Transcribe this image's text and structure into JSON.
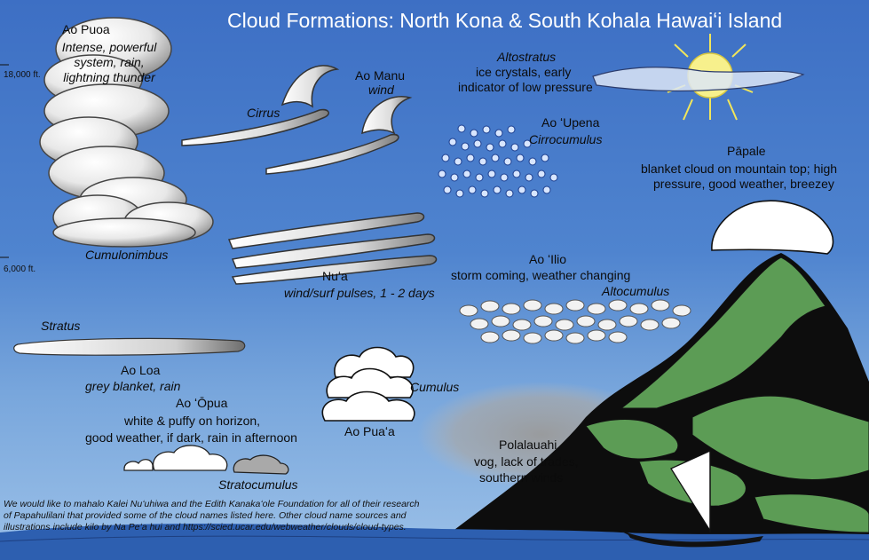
{
  "title": "Cloud Formations: North Kona & South Kohala Hawaiʻi Island",
  "altitudes": {
    "high": "18,000 ft.",
    "low": "6,000 ft."
  },
  "clouds": {
    "ao_puoa": {
      "name": "Ao Puoa",
      "description": "Intense, powerful system, rain, lightning thunder"
    },
    "cumulonimbus": "Cumulonimbus",
    "ao_manu": {
      "name": "Ao Manu",
      "description": "wind"
    },
    "cirrus": "Cirrus",
    "altostratus": {
      "name": "Altostratus",
      "description_1": "ice crystals,  early",
      "description_2": "indicator of low pressure"
    },
    "ao_upena": {
      "name": "Ao ʻUpena",
      "type": "Cirrocumulus"
    },
    "papale": {
      "name": "Pāpale",
      "description_1": "blanket cloud on mountain top; high",
      "description_2": "pressure, good weather, breezey"
    },
    "nua": {
      "name": "Nuʻa",
      "description": "wind/surf pulses, 1 - 2 days"
    },
    "ao_ilio": {
      "name": "Ao ʻIlio",
      "description": "storm coming, weather changing",
      "type": "Altocumulus"
    },
    "stratus": "Stratus",
    "ao_loa": {
      "name": "Ao Loa",
      "description": "grey blanket, rain"
    },
    "ao_opua": {
      "name": "Ao ʻŌpua",
      "description_1": "white & puffy on horizon,",
      "description_2": "good weather, if dark, rain in afternoon"
    },
    "cumulus": "Cumulus",
    "ao_puaa": "Ao Puaʻa",
    "stratocumulus": "Stratocumulus",
    "polalauahi": {
      "name": "Polalauahi",
      "description_1": "vog, lack of trades,",
      "description_2": "southern winds"
    }
  },
  "acknowledgement": "We would like to mahalo Kalei Nuʻuhiwa and the Edith Kanakaʻole Foundation for all of their research of Papahulilani that provided some of the cloud names listed here. Other cloud name sources and illustrations include kilo by Na Peʻa hui and https://scied.ucar.edu/webweather/clouds/cloud-types."
}
